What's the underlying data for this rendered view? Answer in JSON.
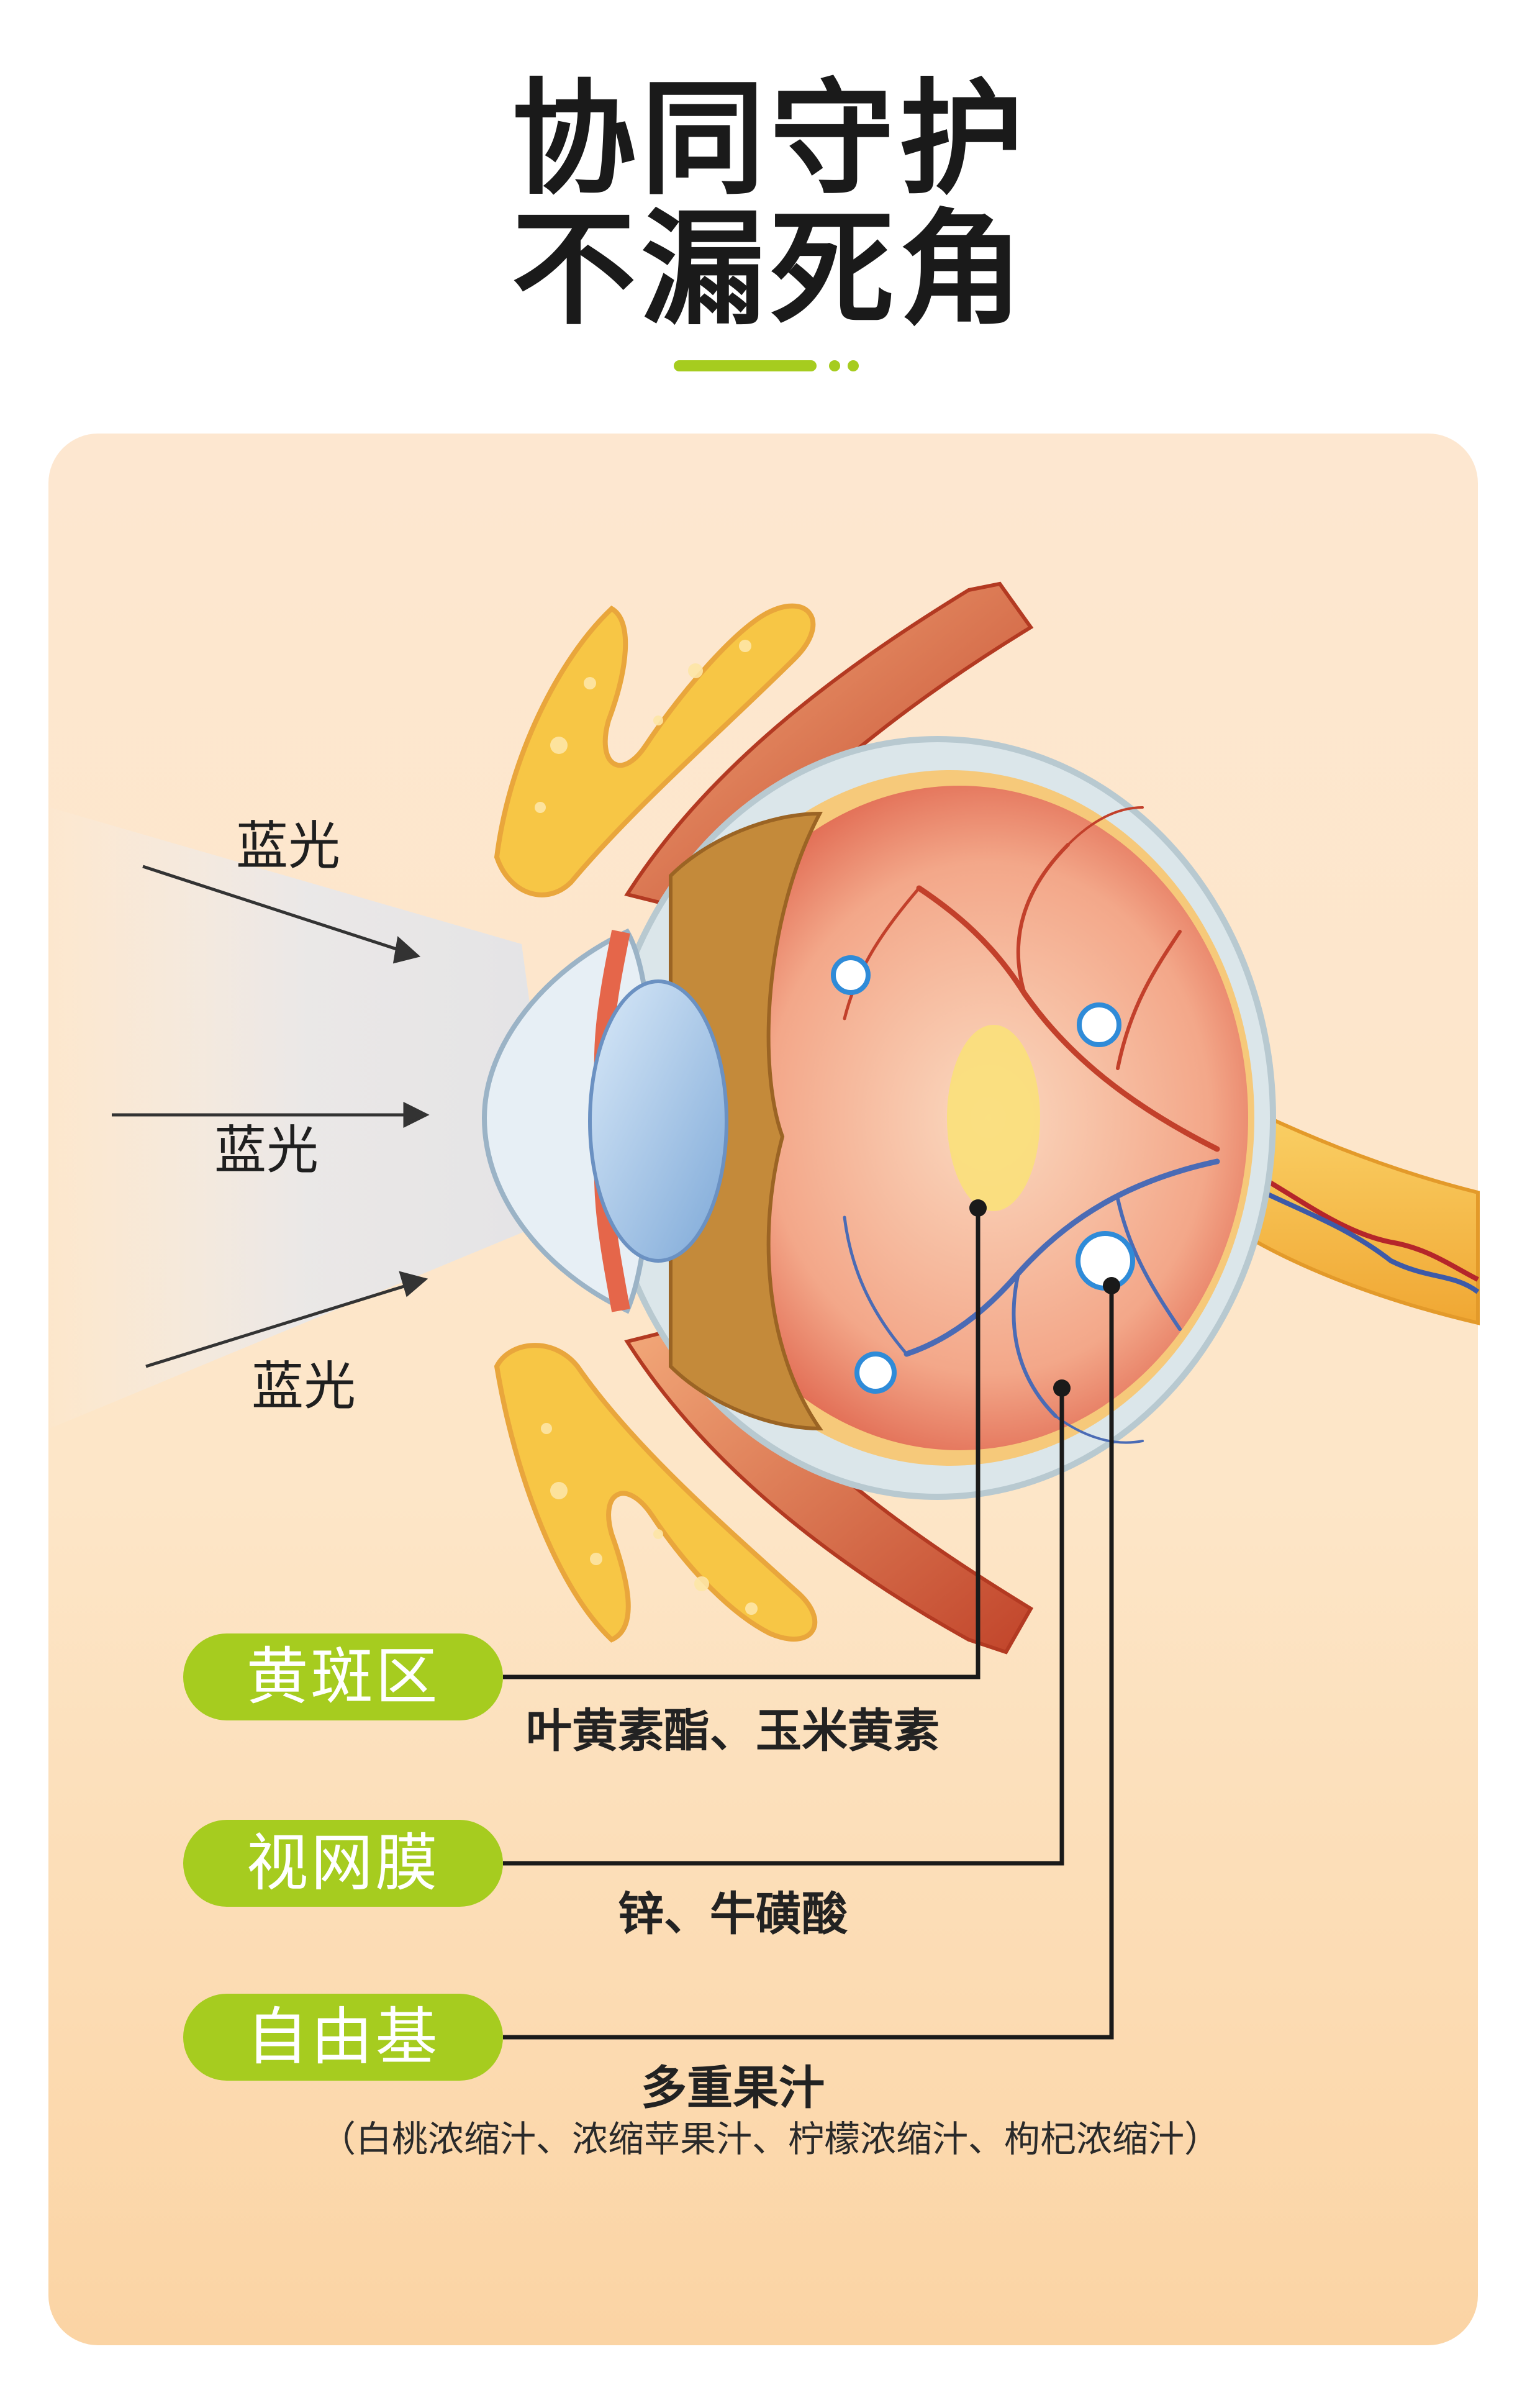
{
  "title": {
    "line1": "协同守护",
    "line2": "不漏死角"
  },
  "blue_light_labels": [
    "蓝光",
    "蓝光",
    "蓝光"
  ],
  "callouts": [
    {
      "label": "黄斑区",
      "nutrients": "叶黄素酯、玉米黄素"
    },
    {
      "label": "视网膜",
      "nutrients": "锌、牛磺酸"
    },
    {
      "label": "自由基",
      "nutrients": "多重果汁",
      "note": "（白桃浓缩汁、浓缩苹果汁、柠檬浓缩汁、枸杞浓缩汁）"
    }
  ],
  "colors": {
    "accent_green": "#a6cc1f",
    "panel_top": "#fde7d0",
    "panel_bottom": "#fbd4a4"
  }
}
